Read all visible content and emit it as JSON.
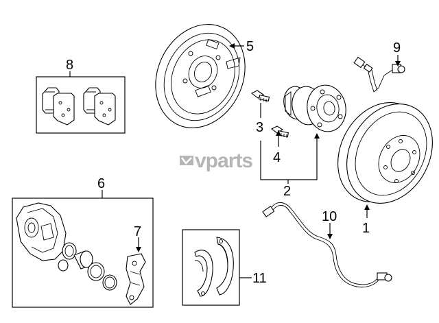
{
  "watermark": "vparts",
  "callouts": {
    "c1": "1",
    "c2": "2",
    "c3": "3",
    "c4": "4",
    "c5": "5",
    "c6": "6",
    "c7": "7",
    "c8": "8",
    "c9": "9",
    "c10": "10",
    "c11": "11"
  },
  "colors": {
    "line": "#000000",
    "watermark": "#b5b5b5",
    "background": "#ffffff"
  }
}
